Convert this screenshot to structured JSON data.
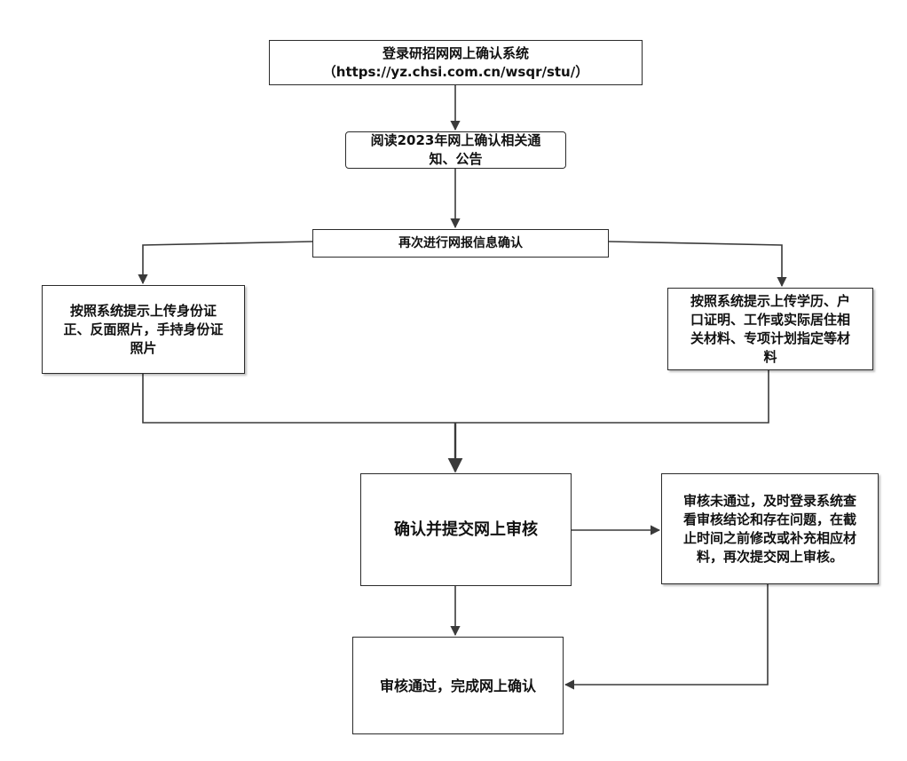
{
  "nodes": {
    "login": "登录研招网网上确认系统\n（https://yz.chsi.com.cn/wsqr/stu/）",
    "read_notice": "阅读2023年网上确认相关通\n知、公告",
    "reconfirm": "再次进行网报信息确认",
    "upload_id": "按照系统提示上传身份证\n正、反面照片，手持身份证\n照片",
    "upload_materials": "按照系统提示上传学历、户\n口证明、工作或实际居住相\n关材料、专项计划指定等材\n料",
    "submit_review": "确认并提交网上审核",
    "review_failed": "审核未通过，及时登录系统查\n看审核结论和存在问题，在截\n止时间之前修改或补充相应材\n料，再次提交网上审核。",
    "review_passed": "审核通过，完成网上确认"
  },
  "colors": {
    "line": "#3a3a3a",
    "border": "#2b2b2b",
    "text": "#111111",
    "background": "#ffffff"
  }
}
